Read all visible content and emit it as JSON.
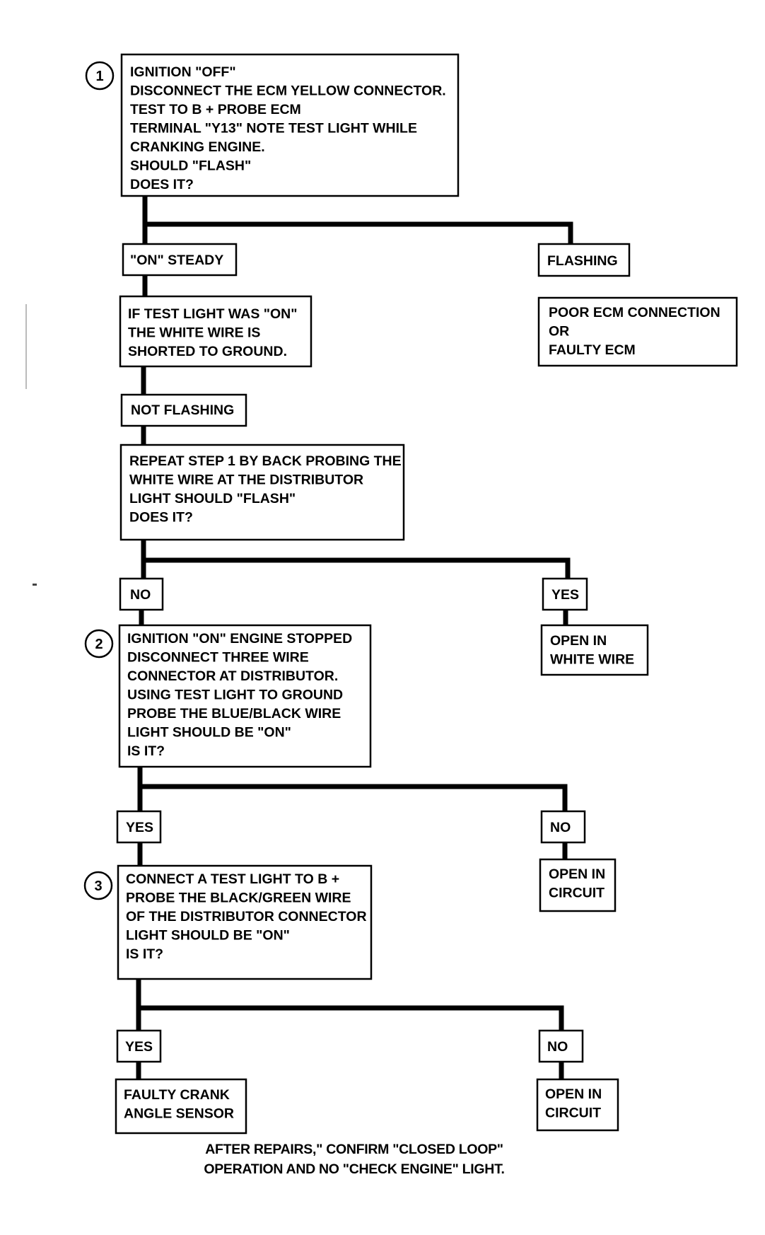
{
  "steps": {
    "step1": {
      "number": "1",
      "lines": [
        "IGNITION \"OFF\"",
        "DISCONNECT THE ECM YELLOW CONNECTOR.",
        "TEST TO B + PROBE ECM",
        "TERMINAL \"Y13\" NOTE TEST LIGHT WHILE",
        "CRANKING ENGINE.",
        "SHOULD \"FLASH\"",
        "DOES IT?"
      ]
    },
    "on_steady": {
      "lines": [
        "\"ON\" STEADY"
      ]
    },
    "flashing": {
      "lines": [
        "FLASHING"
      ]
    },
    "shorted": {
      "lines": [
        "IF TEST LIGHT WAS \"ON\"",
        "THE WHITE WIRE IS",
        "SHORTED TO GROUND."
      ]
    },
    "poor_ecm": {
      "lines": [
        "POOR ECM CONNECTION",
        "OR",
        "FAULTY ECM"
      ]
    },
    "not_flashing": {
      "lines": [
        "NOT FLASHING"
      ]
    },
    "repeat_step": {
      "lines": [
        "REPEAT STEP 1 BY BACK PROBING THE",
        "WHITE WIRE AT THE DISTRIBUTOR",
        "LIGHT SHOULD \"FLASH\"",
        "DOES IT?"
      ]
    },
    "no_1": {
      "lines": [
        "NO"
      ]
    },
    "yes_1": {
      "lines": [
        "YES"
      ]
    },
    "open_white": {
      "lines": [
        "OPEN IN",
        "WHITE WIRE"
      ]
    },
    "step2": {
      "number": "2",
      "lines": [
        "IGNITION \"ON\" ENGINE STOPPED",
        "DISCONNECT THREE WIRE",
        "CONNECTOR AT DISTRIBUTOR.",
        "USING TEST LIGHT TO GROUND",
        "PROBE THE BLUE/BLACK WIRE",
        "LIGHT SHOULD BE \"ON\"",
        "IS IT?"
      ]
    },
    "yes_2": {
      "lines": [
        "YES"
      ]
    },
    "no_2": {
      "lines": [
        "NO"
      ]
    },
    "open_circuit_1": {
      "lines": [
        "OPEN IN",
        "CIRCUIT"
      ]
    },
    "step3": {
      "number": "3",
      "lines": [
        "CONNECT A TEST LIGHT TO B +",
        "PROBE THE BLACK/GREEN WIRE",
        "OF THE DISTRIBUTOR CONNECTOR",
        "LIGHT SHOULD BE \"ON\"",
        "IS IT?"
      ]
    },
    "yes_3": {
      "lines": [
        "YES"
      ]
    },
    "no_3": {
      "lines": [
        "NO"
      ]
    },
    "faulty_crank": {
      "lines": [
        "FAULTY CRANK",
        "ANGLE SENSOR"
      ]
    },
    "open_circuit_2": {
      "lines": [
        "OPEN IN",
        "CIRCUIT"
      ]
    }
  },
  "footer": {
    "line1": "AFTER REPAIRS,\" CONFIRM \"CLOSED LOOP\"",
    "line2": "OPERATION AND NO \"CHECK ENGINE\" LIGHT."
  },
  "colors": {
    "ink": "#000000",
    "paper": "#ffffff"
  }
}
